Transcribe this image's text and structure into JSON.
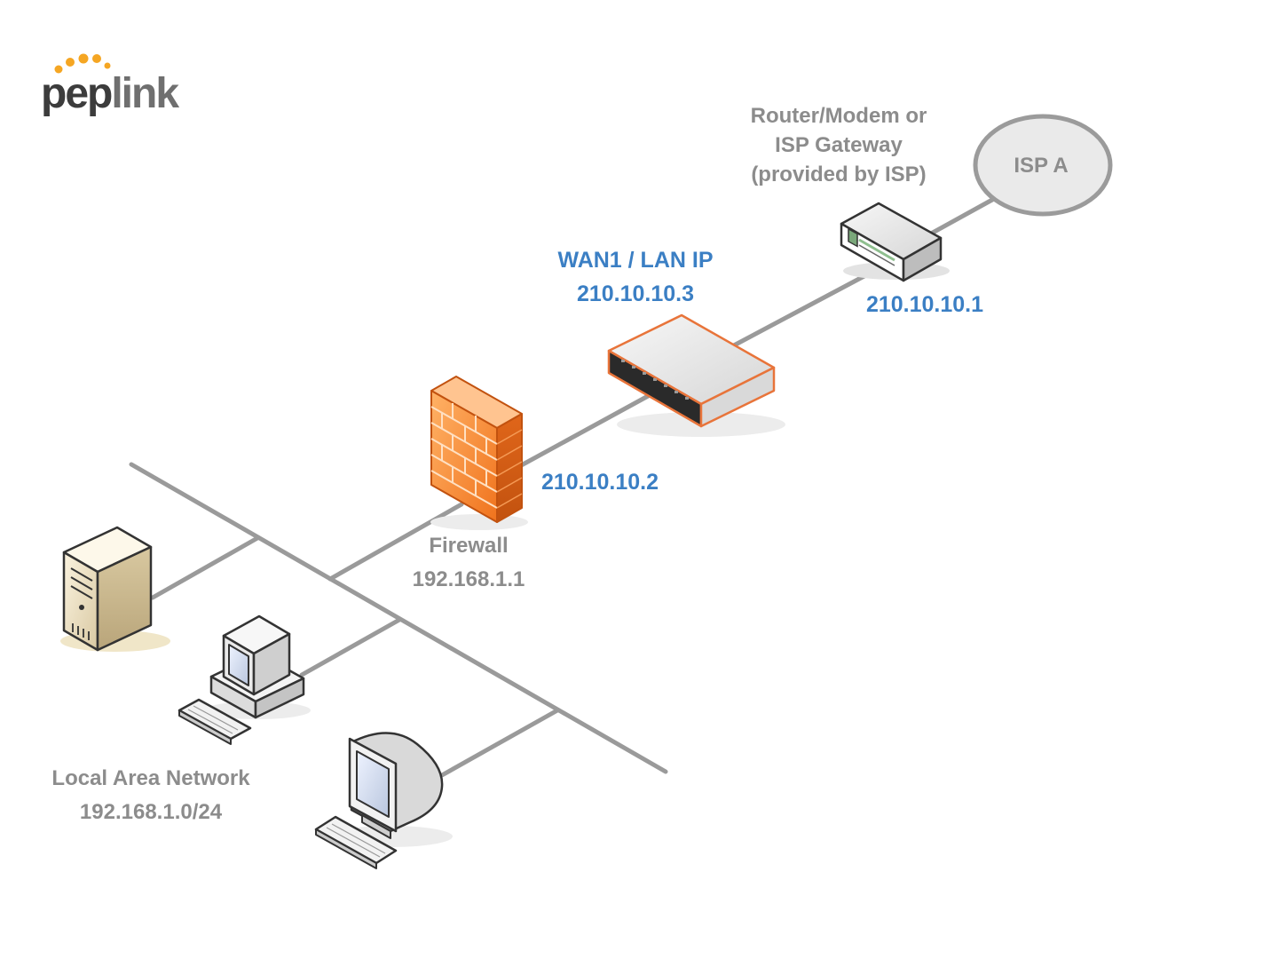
{
  "logo": {
    "text_primary": "pep",
    "text_secondary": "link",
    "dot_color": "#f5a623"
  },
  "colors": {
    "line": "#9a9a9a",
    "label_blue": "#3b7fc4",
    "label_gray": "#8c8c8c",
    "firewall": "#f5852a",
    "router_accent": "#e8743a"
  },
  "nodes": {
    "isp": {
      "label": "ISP A"
    },
    "isp_gateway": {
      "label_lines": [
        "Router/Modem or",
        "ISP Gateway",
        "(provided by ISP)"
      ],
      "ip": "210.10.10.1"
    },
    "peplink_router": {
      "title": "WAN1 / LAN IP",
      "ip": "210.10.10.3"
    },
    "firewall": {
      "outside_ip": "210.10.10.2",
      "label": "Firewall",
      "inside_ip": "192.168.1.1"
    },
    "lan": {
      "label": "Local Area Network",
      "subnet": "192.168.1.0/24"
    }
  }
}
